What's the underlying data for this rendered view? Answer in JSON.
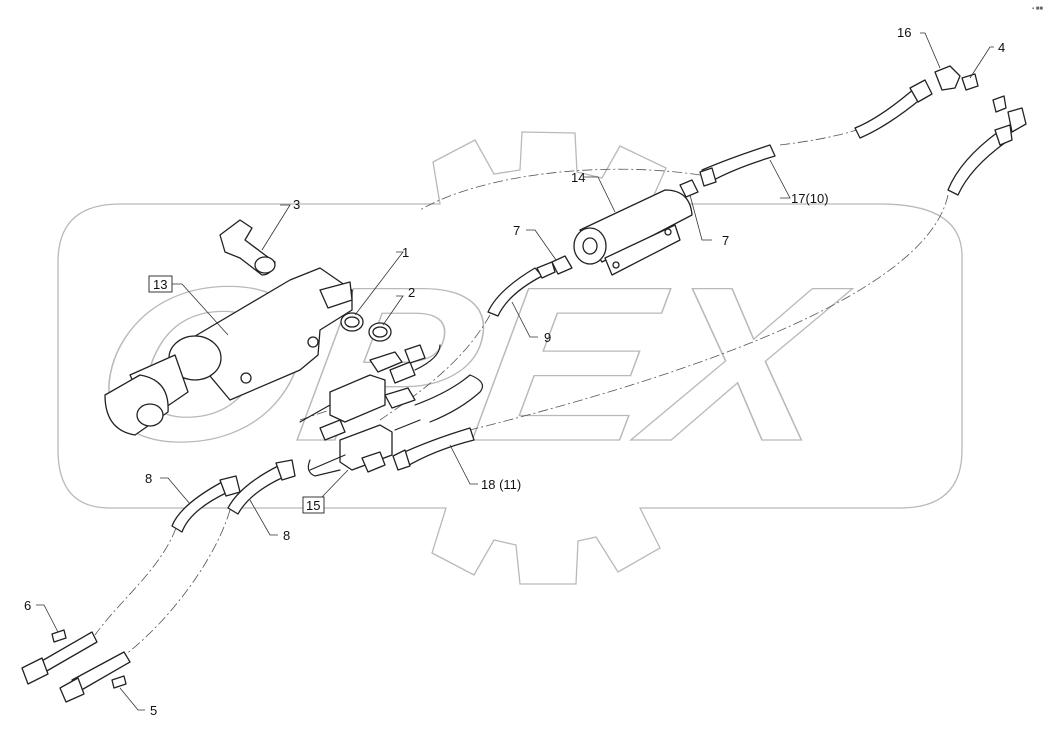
{
  "logo_text": "OPEX",
  "corner_mark": "▪︎ ■■",
  "callouts": {
    "p1": "1",
    "p2": "2",
    "p3": "3",
    "p4": "4",
    "p5": "5",
    "p6": "6",
    "p7a": "7",
    "p7b": "7",
    "p8a": "8",
    "p8b": "8",
    "p9": "9",
    "p13": "13",
    "p14": "14",
    "p15": "15",
    "p16": "16",
    "p17": "17(10)",
    "p18": "18 (11)"
  }
}
